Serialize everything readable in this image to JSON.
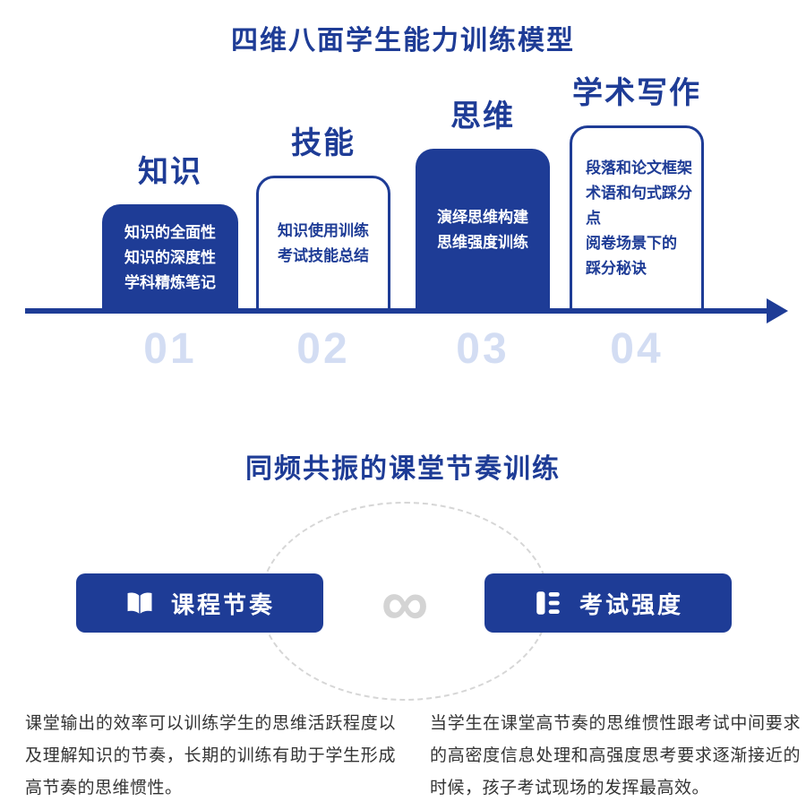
{
  "colors": {
    "brand_blue": "#1e3c96",
    "step_number": "#d3ddf3",
    "dashed_gray": "#d6d6d6",
    "body_text": "#333333"
  },
  "model_section": {
    "title": "四维八面学生能力训练模型",
    "steps": [
      {
        "label": "知识",
        "number": "01",
        "lines": [
          "知识的全面性",
          "知识的深度性",
          "学科精炼笔记"
        ]
      },
      {
        "label": "技能",
        "number": "02",
        "lines": [
          "知识使用训练",
          "考试技能总结"
        ]
      },
      {
        "label": "思维",
        "number": "03",
        "lines": [
          "演绎思维构建",
          "思维强度训练"
        ]
      },
      {
        "label": "学术写作",
        "number": "04",
        "lines": [
          "段落和论文框架",
          "术语和句式踩分点",
          "阅卷场景下的",
          "踩分秘诀"
        ]
      }
    ]
  },
  "rhythm_section": {
    "title": "同频共振的课堂节奏训练",
    "left_card": {
      "label": "课程节奏",
      "icon": "open-book-icon"
    },
    "right_card": {
      "label": "考试强度",
      "icon": "exam-list-icon"
    },
    "infinity_symbol": "∞",
    "left_paragraph": "课堂输出的效率可以训练学生的思维活跃程度以及理解知识的节奏，长期的训练有助于学生形成高节奏的思维惯性。",
    "right_paragraph": "当学生在课堂高节奏的思维惯性跟考试中间要求的高密度信息处理和高强度思考要求逐渐接近的时候，孩子考试现场的发挥最高效。"
  }
}
